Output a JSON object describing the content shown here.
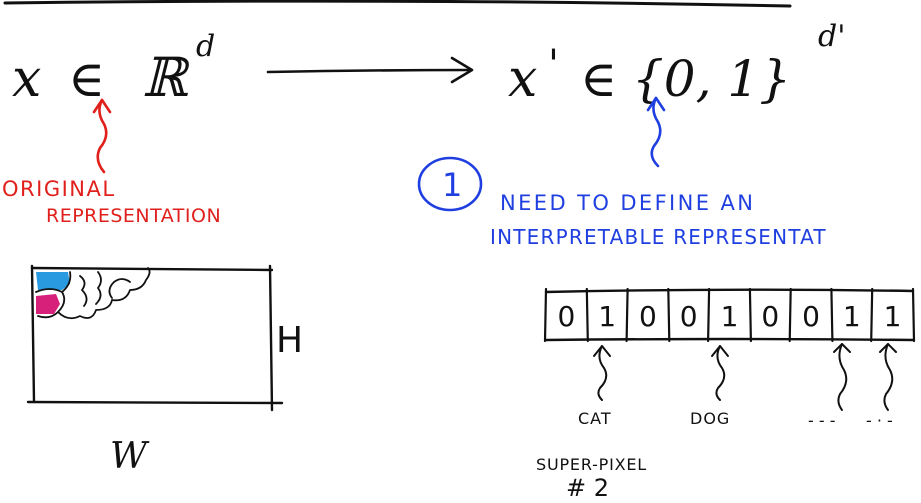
{
  "colors": {
    "ink": "#111111",
    "red": "#e0201c",
    "blue": "#1f3fe0",
    "cyan_patch": "#2a9ae0",
    "magenta_patch": "#d6207a"
  },
  "left_formula": {
    "variable": "x",
    "element_of": "∈",
    "space": "ℝ",
    "exponent": "d"
  },
  "right_formula": {
    "variable": "x",
    "prime": "'",
    "element_of": "∈",
    "set": "{0, 1}",
    "exponent": "d'"
  },
  "original_label": {
    "line1": "ORIGINAL",
    "line2": "REPRESENTATION"
  },
  "step": {
    "number": "1",
    "line1": "NEED TO DEFINE AN",
    "line2": "INTERPRETABLE REPRESENTAT"
  },
  "image_box": {
    "height_label": "H",
    "width_label": "W"
  },
  "vector": {
    "bits": [
      "0",
      "1",
      "0",
      "0",
      "1",
      "0",
      "0",
      "1",
      "1"
    ]
  },
  "vector_labels": {
    "cat": "CAT",
    "dog": "DOG",
    "ellipsis1": "- - -",
    "ellipsis2": "- · -"
  },
  "superpixel": {
    "line1": "SUPER-PIXEL",
    "line2": "# 2"
  }
}
